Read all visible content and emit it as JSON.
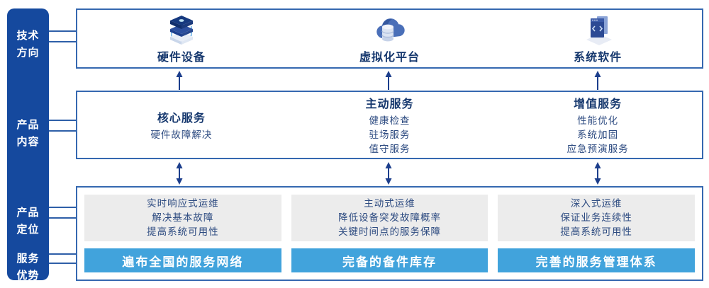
{
  "palette": {
    "sidebar_bg": "#15499e",
    "box_border": "#3568b0",
    "line_color": "#2e5fa8",
    "navy_text": "#16386e",
    "body_text": "#2c4a80",
    "gray_box": "#ececec",
    "banner_bg": "#41a3dc",
    "arrow_color": "#1c3e8c"
  },
  "sidebar": {
    "items": [
      {
        "id": "tech-direction",
        "label": "技术\n方向"
      },
      {
        "id": "product-content",
        "label": "产品\n内容"
      },
      {
        "id": "product-positioning",
        "label": "产品\n定位"
      },
      {
        "id": "service-advantage",
        "label": "服务\n优势"
      }
    ]
  },
  "icons": [
    {
      "name": "server-stack-icon",
      "meaning": "硬件设备图标"
    },
    {
      "name": "cloud-database-icon",
      "meaning": "虚拟化平台图标"
    },
    {
      "name": "software-window-icon",
      "meaning": "系统软件图标"
    },
    {
      "name": "arrow-up-icon",
      "meaning": "向上箭头"
    },
    {
      "name": "arrow-both-icon",
      "meaning": "双向箭头"
    }
  ],
  "tech_row": {
    "items": [
      {
        "icon": "server-stack-icon",
        "label": "硬件设备"
      },
      {
        "icon": "cloud-database-icon",
        "label": "虚拟化平台"
      },
      {
        "icon": "software-window-icon",
        "label": "系统软件"
      }
    ]
  },
  "content_row": {
    "columns": [
      {
        "title": "核心服务",
        "items": [
          "硬件故障解决"
        ]
      },
      {
        "title": "主动服务",
        "items": [
          "健康检查",
          "驻场服务",
          "值守服务"
        ]
      },
      {
        "title": "增值服务",
        "items": [
          "性能优化",
          "系统加固",
          "应急预演服务"
        ]
      }
    ]
  },
  "positioning_row": {
    "columns": [
      {
        "points": [
          "实时响应式运维",
          "解决基本故障",
          "提高系统可用性"
        ],
        "banner": "遍布全国的服务网络"
      },
      {
        "points": [
          "主动式运维",
          "降低设备突发故障概率",
          "关键时间点的服务保障"
        ],
        "banner": "完备的备件库存"
      },
      {
        "points": [
          "深入式运维",
          "保证业务连续性",
          "提高系统可用性"
        ],
        "banner": "完善的服务管理体系"
      }
    ]
  }
}
